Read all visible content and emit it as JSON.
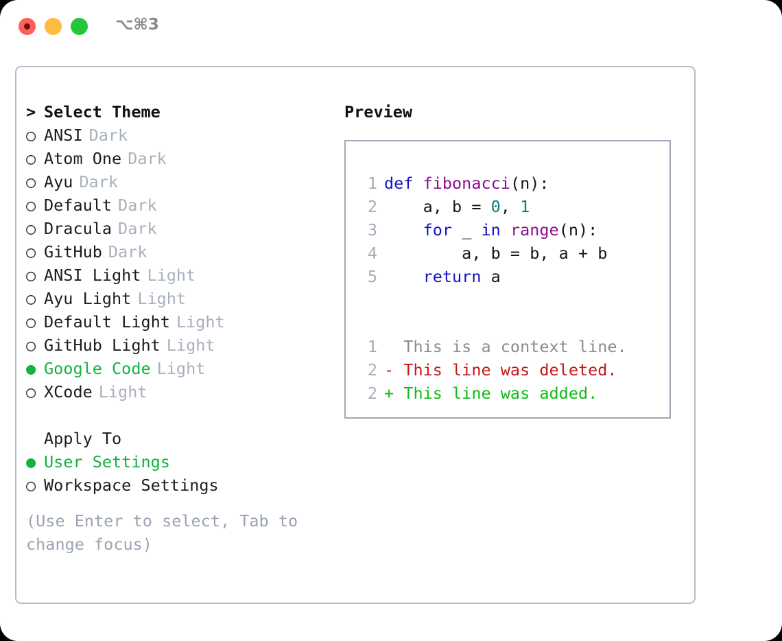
{
  "window": {
    "shortcut_label": "⌥⌘3",
    "traffic_lights": [
      {
        "name": "close",
        "color": "#fc6058"
      },
      {
        "name": "minimize",
        "color": "#fdbc40"
      },
      {
        "name": "zoom",
        "color": "#24c63c"
      }
    ]
  },
  "theme_picker": {
    "header": {
      "marker": ">",
      "label": "Select Theme"
    },
    "items": [
      {
        "marker": "○",
        "name": "ANSI",
        "variant": "Dark",
        "selected": false
      },
      {
        "marker": "○",
        "name": "Atom One",
        "variant": "Dark",
        "selected": false
      },
      {
        "marker": "○",
        "name": "Ayu",
        "variant": "Dark",
        "selected": false
      },
      {
        "marker": "○",
        "name": "Default",
        "variant": "Dark",
        "selected": false
      },
      {
        "marker": "○",
        "name": "Dracula",
        "variant": "Dark",
        "selected": false
      },
      {
        "marker": "○",
        "name": "GitHub",
        "variant": "Dark",
        "selected": false
      },
      {
        "marker": "○",
        "name": "ANSI Light",
        "variant": "Light",
        "selected": false
      },
      {
        "marker": "○",
        "name": "Ayu Light",
        "variant": "Light",
        "selected": false
      },
      {
        "marker": "○",
        "name": "Default Light",
        "variant": "Light",
        "selected": false
      },
      {
        "marker": "○",
        "name": "GitHub Light",
        "variant": "Light",
        "selected": false
      },
      {
        "marker": "●",
        "name": "Google Code",
        "variant": "Light",
        "selected": true
      },
      {
        "marker": "○",
        "name": "XCode",
        "variant": "Light",
        "selected": false
      }
    ]
  },
  "apply_to": {
    "header_label": "Apply To",
    "options": [
      {
        "marker": "●",
        "label": "User Settings",
        "selected": true
      },
      {
        "marker": "○",
        "label": "Workspace Settings",
        "selected": false
      }
    ]
  },
  "hint": {
    "text": "(Use Enter to select, Tab to change focus)"
  },
  "preview": {
    "title": "Preview",
    "code_lines": [
      {
        "number": "1",
        "segments": [
          {
            "text": "def ",
            "kind": "kw"
          },
          {
            "text": "fibonacci",
            "kind": "fn"
          },
          {
            "text": "(n):",
            "kind": "txt"
          }
        ]
      },
      {
        "number": "2",
        "segments": [
          {
            "text": "    a, b = ",
            "kind": "txt"
          },
          {
            "text": "0",
            "kind": "num"
          },
          {
            "text": ", ",
            "kind": "txt"
          },
          {
            "text": "1",
            "kind": "num"
          }
        ]
      },
      {
        "number": "3",
        "segments": [
          {
            "text": "    ",
            "kind": "txt"
          },
          {
            "text": "for",
            "kind": "kw"
          },
          {
            "text": " _ ",
            "kind": "txt"
          },
          {
            "text": "in",
            "kind": "kw"
          },
          {
            "text": " ",
            "kind": "txt"
          },
          {
            "text": "range",
            "kind": "fn"
          },
          {
            "text": "(n):",
            "kind": "txt"
          }
        ]
      },
      {
        "number": "4",
        "segments": [
          {
            "text": "        a, b = b, a + b",
            "kind": "txt"
          }
        ]
      },
      {
        "number": "5",
        "segments": [
          {
            "text": "    ",
            "kind": "txt"
          },
          {
            "text": "return",
            "kind": "kw"
          },
          {
            "text": " a",
            "kind": "txt"
          }
        ]
      }
    ],
    "diff_lines": [
      {
        "number": "1",
        "segments": [
          {
            "text": "  This is a context line.",
            "kind": "ctx"
          }
        ]
      },
      {
        "number": "2",
        "segments": [
          {
            "text": "- This line was deleted.",
            "kind": "del"
          }
        ]
      },
      {
        "number": "2",
        "segments": [
          {
            "text": "+ This line was added.",
            "kind": "add"
          }
        ]
      }
    ]
  },
  "colors": {
    "selected_green": "#12b23e",
    "muted_grey": "#a8b0bd",
    "hint_grey": "#9aa3b2",
    "keyword_blue": "#1414c8",
    "function_purple": "#8d0f8d",
    "number_teal": "#0f7c7c",
    "diff_deleted_red": "#c41818",
    "diff_added_green": "#11bb17",
    "panel_border": "#b3bcc7",
    "code_panel_border": "#9fa9b6"
  }
}
